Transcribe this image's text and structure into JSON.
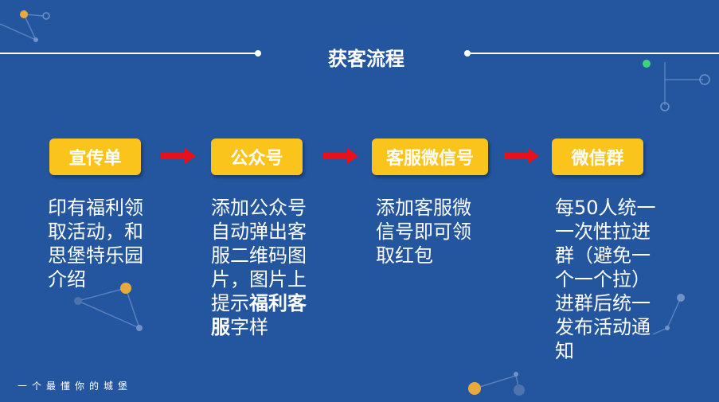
{
  "title": "获客流程",
  "steps": [
    {
      "label": "宣传单",
      "description": "印有福利领\n取活动，和\n思堡特乐园\n介绍"
    },
    {
      "label": "公众号",
      "description_before": "添加公众号\n自动弹出客\n服二维码图\n片，图片上\n提示",
      "description_bold": "福利客\n服",
      "description_after": "字样"
    },
    {
      "label": "客服微信号",
      "description": "添加客服微\n信号即可领\n取红包"
    },
    {
      "label": "微信群",
      "description": "每50人统一\n一次性拉进\n群（避免一\n个一个拉）\n进群后统一\n发布活动通\n知"
    }
  ],
  "footer": "一个最懂你的城堡",
  "colors": {
    "background": "#2456a0",
    "step_box": "#fbc41c",
    "arrow": "#e8101a",
    "text": "#ffffff"
  }
}
